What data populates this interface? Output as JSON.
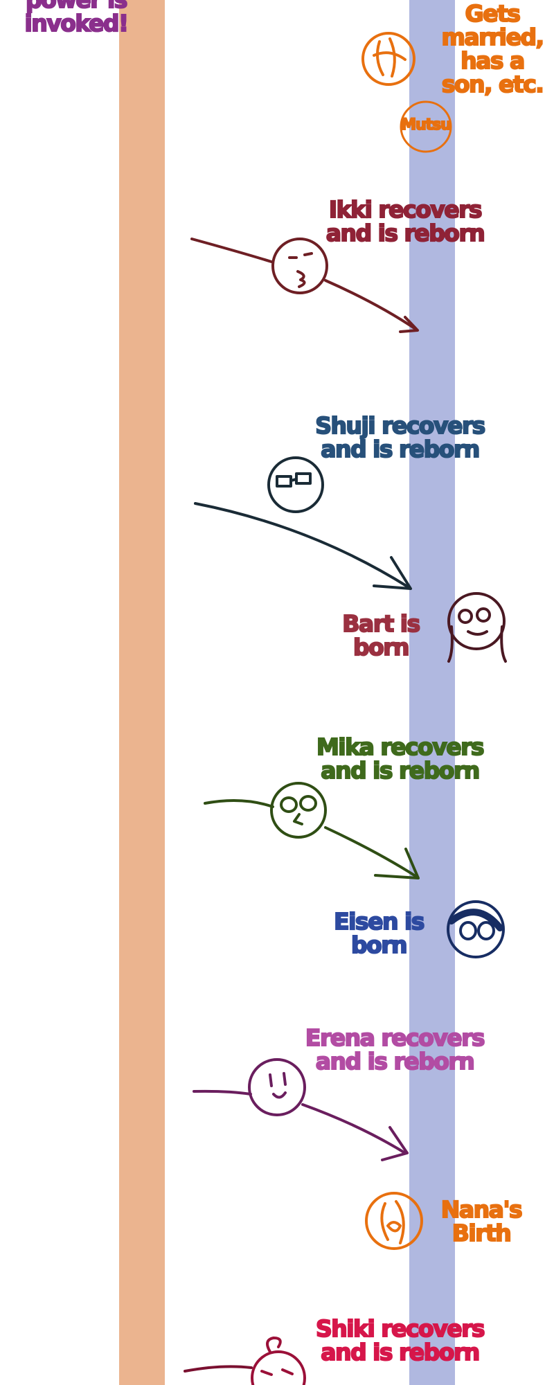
{
  "colors": {
    "left_lane": "#ebb48f",
    "right_lane": "#b0b8e0",
    "purple": "#8a2f8c",
    "orange": "#e8700f",
    "maroon": "#7a2530",
    "navy": "#1f3a52",
    "green": "#3f6a1c",
    "blue": "#2d4aa0",
    "pink": "#b24ca3",
    "crimson": "#d6164a"
  },
  "events": [
    {
      "id": "invoked",
      "lines": [
        "power is",
        "invoked!"
      ],
      "color": "#8a2f8c"
    },
    {
      "id": "married",
      "lines": [
        "Gets",
        "married,",
        "has a",
        "son, etc."
      ],
      "color": "#e8700f"
    },
    {
      "id": "mutsu",
      "lines": [
        "Mutsu"
      ],
      "color": "#e8700f"
    },
    {
      "id": "ikki",
      "lines": [
        "Ikki recovers",
        "and is reborn"
      ],
      "color": "#8f2236",
      "icon": "ikki-face-icon"
    },
    {
      "id": "shuji",
      "lines": [
        "Shuji recovers",
        "and is reborn"
      ],
      "color": "#27507a",
      "icon": "shuji-face-icon"
    },
    {
      "id": "bart",
      "lines": [
        "Bart is",
        "born"
      ],
      "color": "#9a3040",
      "icon": "bart-face-icon"
    },
    {
      "id": "mika",
      "lines": [
        "Mika recovers",
        "and is reborn"
      ],
      "color": "#3f6a1c",
      "icon": "mika-face-icon"
    },
    {
      "id": "eisen",
      "lines": [
        "Eisen is",
        "born"
      ],
      "color": "#2d4aa0",
      "icon": "eisen-face-icon"
    },
    {
      "id": "erena",
      "lines": [
        "Erena recovers",
        "and is reborn"
      ],
      "color": "#b24ca3",
      "icon": "erena-face-icon"
    },
    {
      "id": "nana",
      "lines": [
        "Nana's",
        "Birth"
      ],
      "color": "#e8700f",
      "icon": "nana-face-icon"
    },
    {
      "id": "shiki",
      "lines": [
        "Shiki recovers",
        "and is reborn"
      ],
      "color": "#d6164a",
      "icon": "shiki-face-icon"
    }
  ]
}
